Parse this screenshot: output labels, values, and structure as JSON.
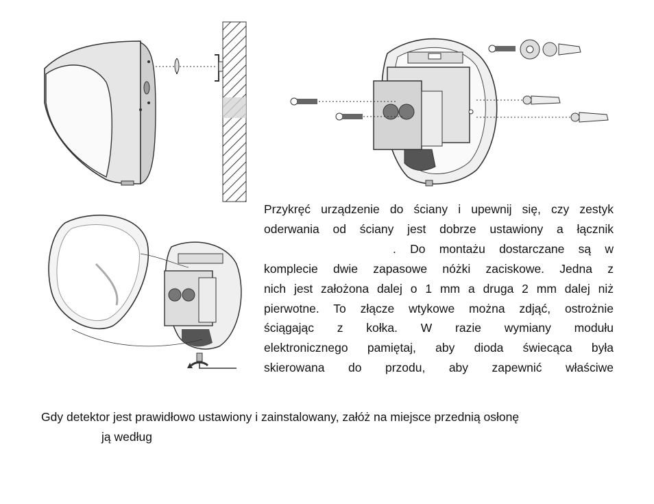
{
  "paragraph_1": {
    "lines": [
      "Przykręć urządzenie do ściany i upewnij się, czy zestyk",
      "oderwania od ściany jest dobrze ustawiony a łącznik",
      ". Do montażu dostarczane są w",
      "komplecie dwie zapasowe nóżki zaciskowe. Jedna z",
      "nich jest założona dalej o 1 mm a druga 2 mm dalej niż",
      "pierwotne. To złącze wtykowe można zdjąć, ostrożnie",
      "ściągając z kołka.           W razie wymiany modułu",
      "elektronicznego pamiętaj, aby dioda świecąca była",
      "skierowana do przodu, aby zapewnić właściwe"
    ]
  },
  "paragraph_2": {
    "lines": [
      "Gdy detektor jest prawidłowo ustawiony i zainstalowany, załóż na miejsce przednią osłonę",
      "ją według"
    ]
  }
}
